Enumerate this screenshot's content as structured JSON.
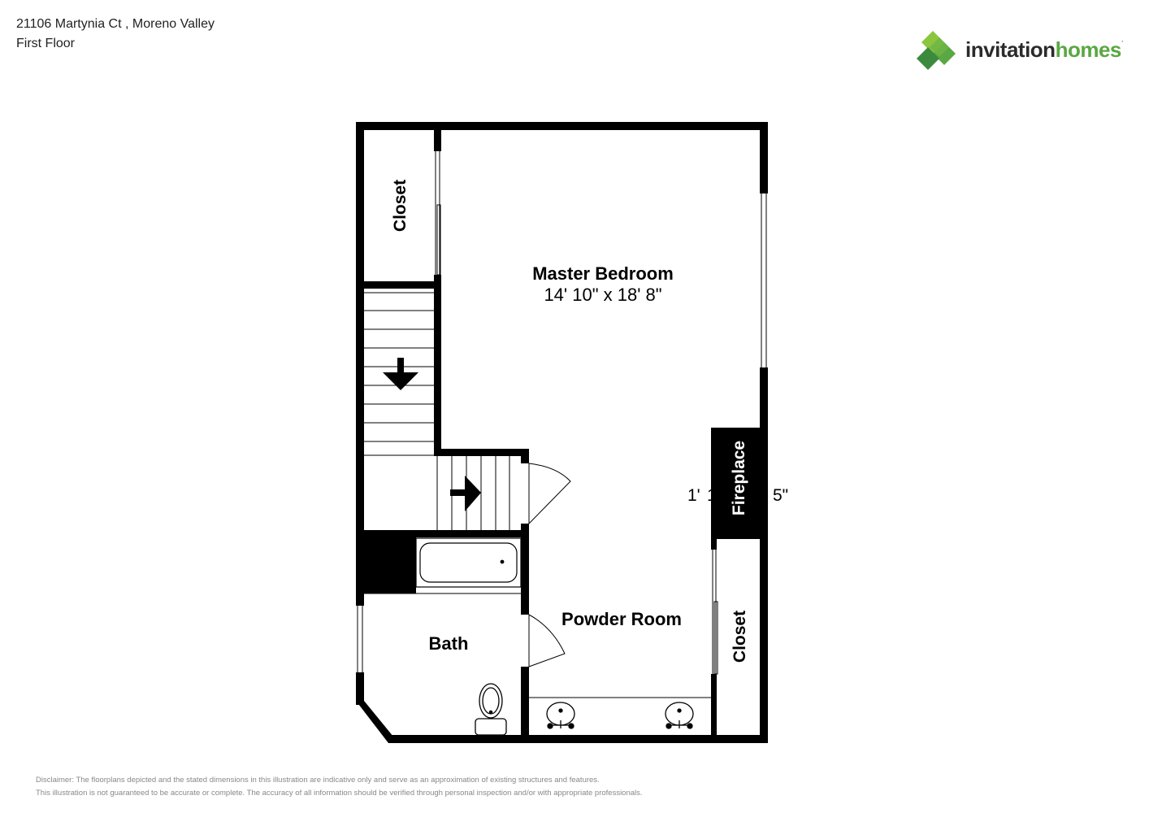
{
  "header": {
    "address": "21106 Martynia Ct , Moreno Valley",
    "floor": "First Floor"
  },
  "logo": {
    "word_left": "invitation",
    "word_right": "homes",
    "trademark": "·",
    "colors": {
      "dark_green": "#3b8a3e",
      "mid_green": "#5aa843",
      "light_green": "#8cc63f",
      "text_dark": "#2b2b2b",
      "text_green": "#5aa843"
    }
  },
  "rooms": {
    "master_bedroom": {
      "name": "Master Bedroom",
      "dimensions": "14' 10\" x 18' 8\""
    },
    "closet_top": {
      "name": "Closet"
    },
    "closet_right": {
      "name": "Closet"
    },
    "fireplace": {
      "name": "Fireplace"
    },
    "powder_room": {
      "name": "Powder Room"
    },
    "bath": {
      "name": "Bath"
    }
  },
  "fireplace_dims": {
    "left": "1'",
    "left_fragment": "1",
    "right": "5\""
  },
  "icons": [
    "stair-arrow-down-icon",
    "stair-arrow-right-icon",
    "bathtub-icon",
    "toilet-icon",
    "sink-icon"
  ],
  "disclaimer": {
    "line1": "Disclaimer: The floorplans depicted and the stated dimensions in this illustration are indicative only and serve as an approximation of existing structures and features.",
    "line2": "This illustration is not guaranteed to be accurate or complete. The accuracy of all information should be verified through personal inspection and/or with appropriate professionals."
  }
}
